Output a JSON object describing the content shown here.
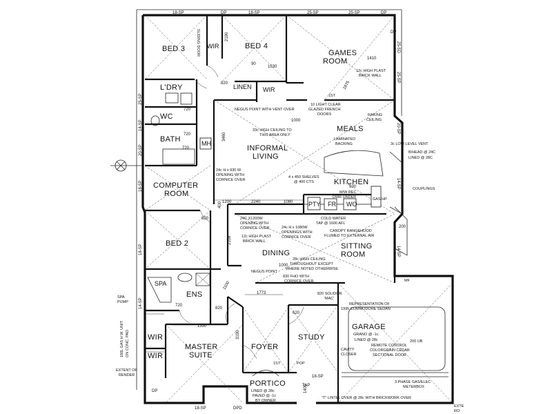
{
  "rooms": {
    "bed3": "BED 3",
    "wir_top": "WIR",
    "bed4": "BED 4",
    "games_room_1": "GAMES",
    "games_room_2": "ROOM",
    "ldry": "L'DRY",
    "wir_mid": "WIR",
    "wc": "WC",
    "bath": "BATH",
    "informal_living_1": "INFORMAL",
    "informal_living_2": "LIVING",
    "meals": "MEALS",
    "computer_room_1": "COMPUTER",
    "computer_room_2": "ROOM",
    "kitchen": "KITCHEN",
    "bed2": "BED 2",
    "dining": "DINING",
    "sitting_room_1": "SITTING",
    "sitting_room_2": "ROOM",
    "ens": "ENS",
    "garage": "GARAGE",
    "study": "STUDY",
    "foyer": "FOYER",
    "wir_low1": "WIR",
    "wir_low2": "WIR",
    "master_suite_1": "MASTER",
    "master_suite_2": "SUITE",
    "portico": "PORTICO",
    "linen": "LINEN",
    "spa": "SPA",
    "mh": "MH",
    "pty": "PTY",
    "fr": "FR",
    "wo": "WO"
  },
  "notes": {
    "sliding_door": "SLIDING DOOR",
    "negus_point": "NEGUS POINT WITH VENT OVER",
    "french_doors_1": "10 LIGHT CLEAR",
    "french_doors_2": "GLAZED FRENCH",
    "french_doors_3": "DOORS",
    "raking_ceiling_1": "RAKING",
    "raking_ceiling_2": "CEILING",
    "high_ceiling_1": "33c HIGH CEILING TO",
    "high_ceiling_2": "THIS AREA ONLY",
    "laminated_backing_1": "LAMINATED",
    "laminated_backing_2": "BACKING",
    "high_plast_1": "12c HIGH PLAST",
    "high_plast_2": "BRICK WALL",
    "low_level_vent": "3c LOW LEVEL VENT",
    "bhead": "B/HEAD @ 24C",
    "lined": "LINED @ 28C",
    "opening_1": "24c H x 930 W",
    "opening_2": "OPENING WITH",
    "opening_3": "CORNICE OVER",
    "shelves_1": "4 x 450 SHELVES",
    "shelves_2": "@ 400 CTS",
    "mw_rec": "M/W REC",
    "dwr_under": "DWR UNDER",
    "gas_hp": "GAS HP",
    "couplings": "COUPLINGS",
    "cold_water": "COLD WATER",
    "tap": "TAP @ 1600 AFL",
    "canopy_1": "CANOPY RANGEHOOD",
    "canopy_2": "FLUMED TO EXTERNAL AIR",
    "opening_b1": "24C X1200W",
    "opening_b2": "OPENING WITH",
    "opening_b3": "CORNICE OVER",
    "opening_c1": "24c H x 1080W",
    "opening_c2": "OPENINGS WITH",
    "opening_c3": "CORNICE OVER",
    "plast_wall_1": "12c HIGH PLAST",
    "plast_wall_2": "BRICK WALL",
    "high_ceiling_b1": "28c HIGH CEILING",
    "high_ceiling_b2": "THROUGHOUT EXCEPT",
    "high_ceiling_b3": "WHERE NOTED OTHERWISE",
    "negus_b": "NEGUS POINT",
    "fho_1": "830 FHO WITH",
    "fho_2": "CORNICE OVER",
    "solidor": "820 SOLIDOR",
    "mac": "'MAC'",
    "commodore_1": "REPRESENTATION OF",
    "commodore_2": "1995 COMMODORE SEDAN",
    "grano": "GRANO @ -1c",
    "lined_garage": "LINED @ 28c",
    "upn": "200 UB",
    "remote_1": "REMOTE CONTROL",
    "remote_2": "COLORGRAIN CEDAR",
    "remote_3": "SECTIONAL DOOR",
    "cavity_closer_1": "CAVITY",
    "cavity_closer_2": "CLOSER",
    "phase_meter_1": "3 PHASE GAS/ELEC",
    "phase_meter_2": "METERBOX",
    "lintel": "\"T\" LINTEL OVER @ 28c WITH BRICKWORK OVER",
    "portico_lined": "LINED @ 28c",
    "portico_paved": "PAVED @ -1c",
    "portico_owner": "BY OWNER",
    "extent_render_1": "EXTENT OF",
    "extent_render_2": "RENDER",
    "gas_unit_1": "160L GAS H.W. UNIT",
    "gas_unit_2": "ON CONC. PAD",
    "spa_pump_1": "SPA",
    "spa_pump_2": "PUMP",
    "mf": "MF",
    "exte": "EXTE",
    "ro": "RO",
    "pop": "POP",
    "first": "1ST",
    "first2": "1ST"
  },
  "dims": {
    "d1200": "1200",
    "d2240": "2240",
    "d1080": "1080",
    "d400": "400",
    "d1410": "1410",
    "d1530": "1530",
    "d1000": "1000",
    "d3460": "3460",
    "d2108": "2108",
    "d1773": "1773",
    "d1330": "1330",
    "d720a": "720",
    "d720b": "720",
    "d720c": "720",
    "d820a": "820",
    "d820b": "820",
    "d820c": "820",
    "d620": "620",
    "d2190": "2190",
    "d3190": "3190",
    "d1400": "1400",
    "d90": "90",
    "d930": "930",
    "d1100": "1100",
    "d200": "200",
    "d1875": "1875",
    "d720d": "720",
    "d1000b": "1000",
    "sp_top1": "18-SP",
    "sp_top2": "18-SP",
    "sp_top3": "25-SP",
    "sp_top4": "25-SP",
    "sp_left1": "25-SP",
    "sp_left2": "20-SP",
    "sp_left3": "18-SP",
    "sp_left4": "18-SP",
    "sp_left5": "14-SP",
    "sp_left6": "14-SP",
    "sp_right1": "25-SD",
    "sp_right2": "20-SP",
    "sp_right3": "14-SP",
    "sp_right4": "25-SP",
    "sp_right5": "14-SP",
    "sp_bottom1": "18-SP",
    "sp_bottom2": "18-SP",
    "dp1": "DP",
    "dp2": "DP",
    "dp3": "DP",
    "dp4": "DP",
    "dp5": "DPD",
    "tap": "TAP"
  },
  "colors": {
    "ink": "#111111",
    "paper": "#ffffff"
  }
}
